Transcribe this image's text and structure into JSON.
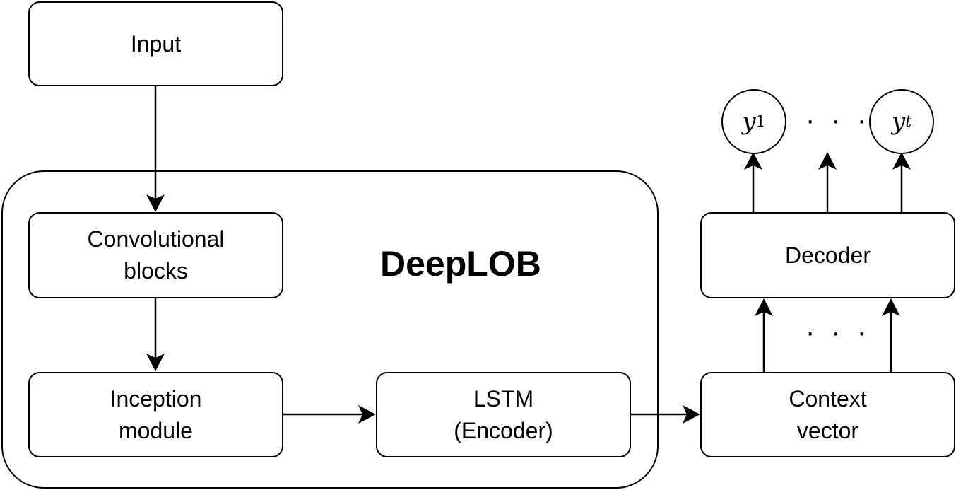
{
  "nodes": {
    "input": "Input",
    "conv": "Convolutional\nblocks",
    "inception": "Inception\nmodule",
    "lstm": "LSTM\n(Encoder)",
    "context": "Context\nvector",
    "decoder": "Decoder"
  },
  "group_title": "DeepLOB",
  "outputs": {
    "first": {
      "var": "y",
      "sub": "1"
    },
    "last": {
      "var": "y",
      "sub": "t"
    },
    "ellipsis": "· · ·"
  },
  "decoder_ellipsis": "· · ·"
}
